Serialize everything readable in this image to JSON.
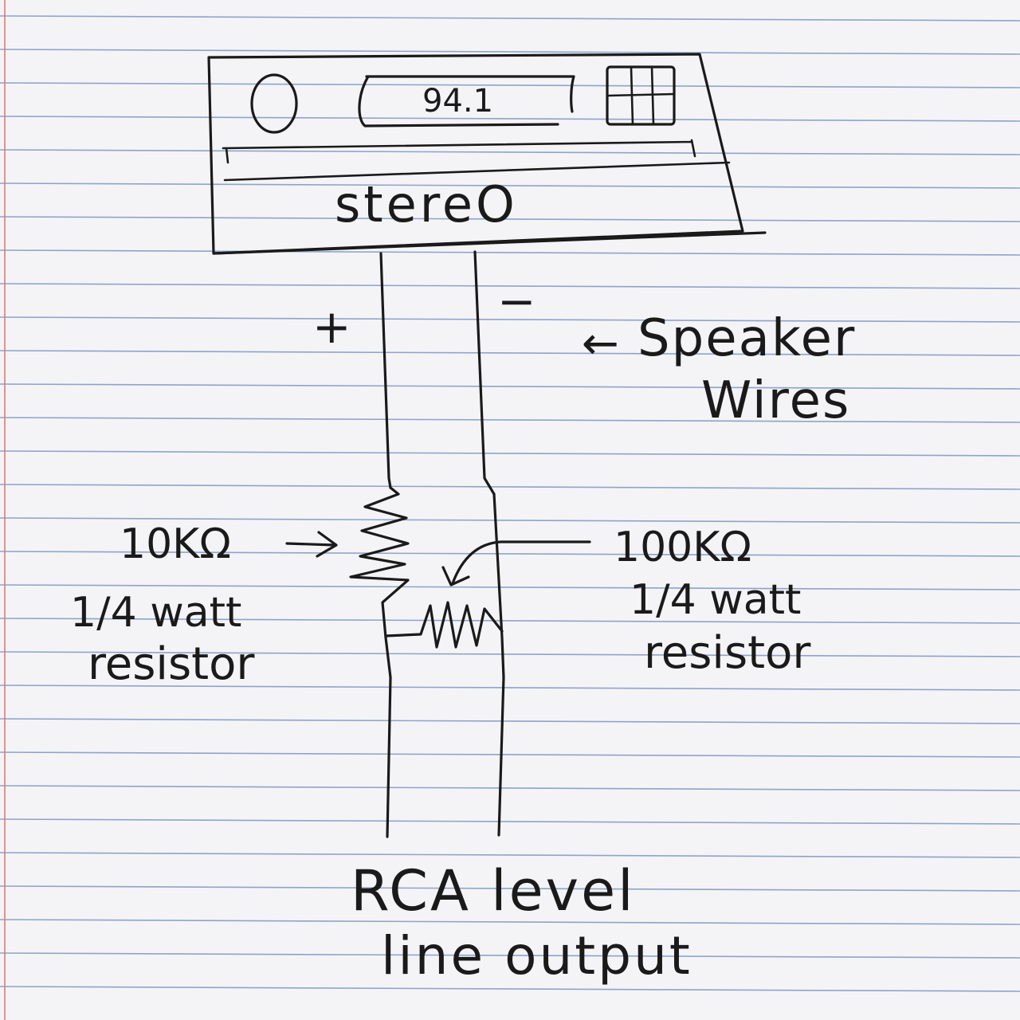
{
  "stereo": {
    "frequency": "94.1",
    "label": "stereO"
  },
  "polarity": {
    "positive": "+",
    "negative": "−"
  },
  "speaker_wires": {
    "arrow": "←",
    "line1": "Speaker",
    "line2": "Wires"
  },
  "resistor_left": {
    "value": "10KΩ",
    "rating": "1/4 watt",
    "type": "resistor"
  },
  "resistor_right": {
    "value": "100KΩ",
    "rating": "1/4 watt",
    "type": "resistor"
  },
  "output": {
    "line1": "RCA level",
    "line2": "line output"
  },
  "colors": {
    "ink": "#1a1a1a",
    "paper": "#f4f4f6",
    "ruled_line": "#8fa3c9",
    "margin_line": "#e07878"
  }
}
